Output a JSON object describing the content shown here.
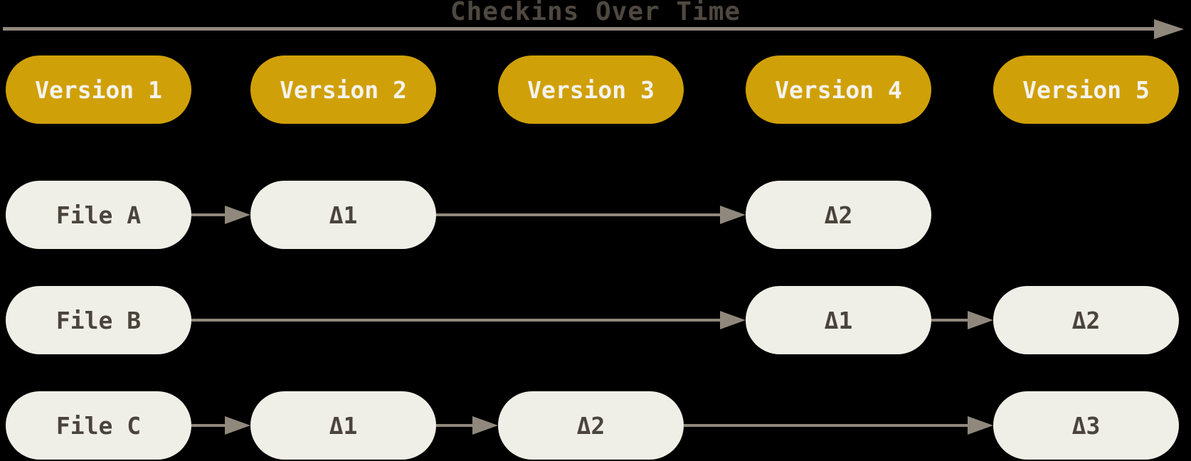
{
  "title": "Checkins Over Time",
  "colors": {
    "background": "#000000",
    "gold": "#d0a008",
    "cream": "#f0efe7",
    "ink": "#4a443c",
    "arrow": "#90887c",
    "version_text": "#f4f3ee",
    "title_text": "#4e4840"
  },
  "versions": [
    {
      "label": "Version 1"
    },
    {
      "label": "Version 2"
    },
    {
      "label": "Version 3"
    },
    {
      "label": "Version 4"
    },
    {
      "label": "Version 5"
    }
  ],
  "files": [
    {
      "name": "File A",
      "deltas": [
        {
          "label": "Δ1",
          "version": "Version 2"
        },
        {
          "label": "Δ2",
          "version": "Version 4"
        }
      ]
    },
    {
      "name": "File B",
      "deltas": [
        {
          "label": "Δ1",
          "version": "Version 4"
        },
        {
          "label": "Δ2",
          "version": "Version 5"
        }
      ]
    },
    {
      "name": "File C",
      "deltas": [
        {
          "label": "Δ1",
          "version": "Version 2"
        },
        {
          "label": "Δ2",
          "version": "Version 3"
        },
        {
          "label": "Δ3",
          "version": "Version 5"
        }
      ]
    }
  ]
}
